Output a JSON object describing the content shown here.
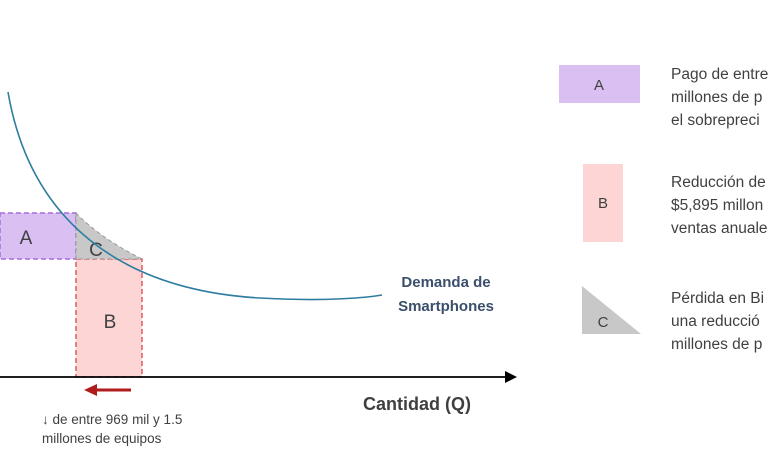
{
  "diagram": {
    "axis_x_label": "Cantidad (Q)",
    "curve_label": [
      "Demanda de",
      "Smartphones"
    ],
    "regions": {
      "a": "A",
      "b": "B",
      "c": "C"
    },
    "quantity_note": [
      "↓ de entre 969 mil y 1.5",
      "millones de equipos"
    ]
  },
  "legend": {
    "items": [
      {
        "key": "A",
        "lines": [
          "Pago de entre",
          "millones de p",
          "el sobrepreci"
        ]
      },
      {
        "key": "B",
        "lines": [
          "Reducción de",
          "$5,895 millon",
          "ventas anuale"
        ]
      },
      {
        "key": "C",
        "lines": [
          "Pérdida en Bi",
          "una reducció",
          "millones de p"
        ]
      }
    ]
  },
  "colors": {
    "region_a_fill": "#d9bff2",
    "region_a_border": "#a96be0",
    "region_b_fill": "#fdd5d5",
    "region_b_border": "#e25b5b",
    "region_c_fill": "#c8c8c8",
    "curve": "#2e7da0",
    "axis": "#000000",
    "arrow": "#b01c1c"
  }
}
